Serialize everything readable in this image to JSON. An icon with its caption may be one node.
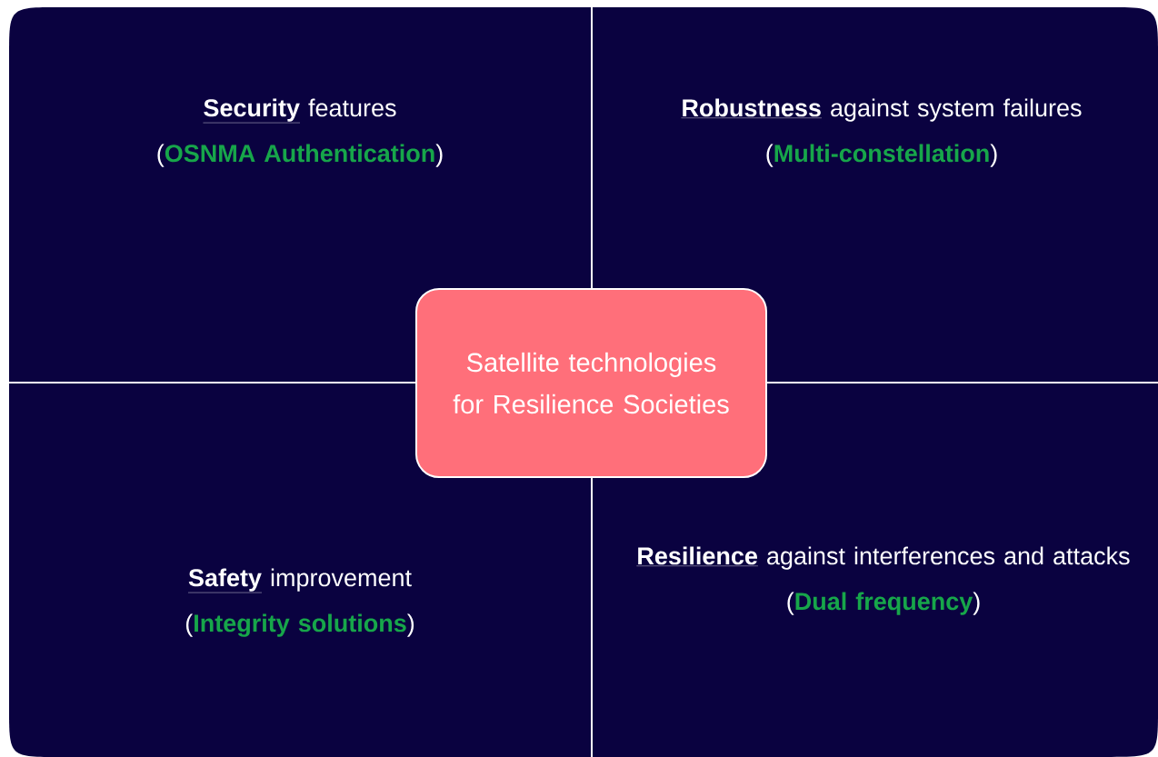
{
  "diagram": {
    "nodes": [
      {
        "text": [
          "**Security** features",
          "(**OSNMA Authentication**)"
        ]
      },
      {
        "text": [
          "**Robustness** against system failures",
          "(**Multi-constellation**)"
        ]
      },
      {
        "text": [
          "**Safety** improvement",
          "(**Integrity solutions**)"
        ]
      },
      {
        "text": [
          "**Resilience** against interferences and attacks",
          "(**Dual frequency**)"
        ]
      },
      {
        "text": [
          "Satellite technologies for Resilience Societies"
        ]
      }
    ]
  }
}
